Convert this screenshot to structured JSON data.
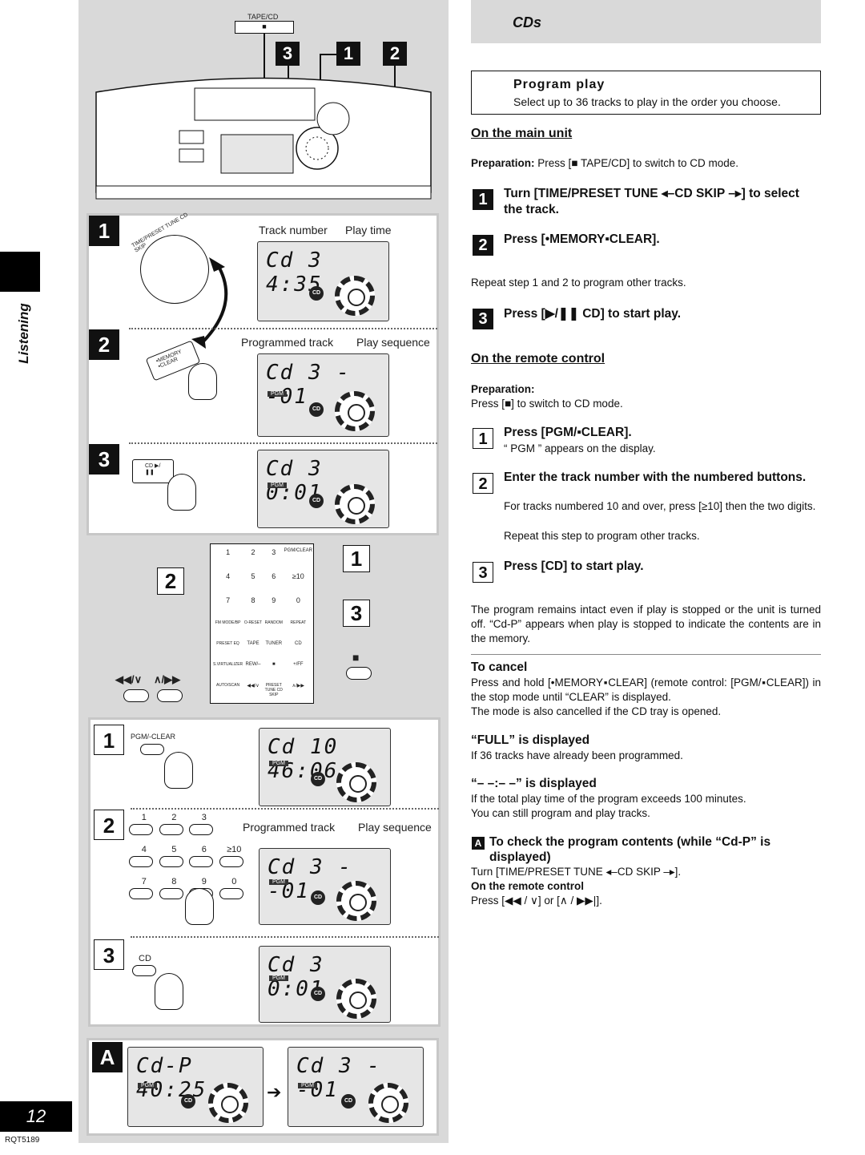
{
  "section_tab": "Listening",
  "page_number": "12",
  "doc_code": "RQT5189",
  "header": {
    "title": "CDs"
  },
  "program_play": {
    "title": "Program play",
    "subtitle": "Select up to 36 tracks to play in the order you choose."
  },
  "main_unit": {
    "heading": "On the main unit",
    "preparation_label": "Preparation:",
    "preparation_text": "Press [■ TAPE/CD] to switch to CD mode.",
    "steps": [
      {
        "num": "1",
        "text": "Turn [TIME/PRESET TUNE ◂–CD SKIP –▸] to select the track."
      },
      {
        "num": "2",
        "text": "Press [•MEMORY▪CLEAR]."
      },
      {
        "num": "3",
        "text": "Press [▶/❚❚ CD] to start play."
      }
    ],
    "repeat_note": "Repeat step 1 and 2 to program other tracks."
  },
  "remote": {
    "heading": "On the remote control",
    "preparation_label": "Preparation:",
    "preparation_text": "Press [■] to switch to CD mode.",
    "steps": [
      {
        "num": "1",
        "text": "Press [PGM/▪CLEAR].",
        "note": "“ PGM ” appears on the display."
      },
      {
        "num": "2",
        "text": "Enter the track number with the numbered buttons.",
        "note": "For tracks numbered 10 and over, press [≥10] then the two digits.",
        "note2": "Repeat this step to program other tracks."
      },
      {
        "num": "3",
        "text": "Press [CD] to start play."
      }
    ],
    "intact_note": "The program remains intact even if play is stopped or the unit is turned off. “Cd-P” appears when play is stopped to indicate the contents are in the memory."
  },
  "cancel": {
    "title": "To cancel",
    "text": "Press and hold [•MEMORY▪CLEAR] (remote control: [PGM/▪CLEAR]) in the stop mode until “CLEAR” is displayed.",
    "text2": "The mode is also cancelled if the CD tray is opened."
  },
  "full": {
    "title": "“FULL” is displayed",
    "text": "If 36 tracks have already been programmed."
  },
  "dashes": {
    "title": "“– –:– –” is displayed",
    "text": "If the total play time of the program exceeds 100 minutes.",
    "text2": "You can still program and play tracks."
  },
  "check": {
    "badge": "A",
    "title": "To check the program contents (while “Cd-P” is displayed)",
    "text": "Turn [TIME/PRESET TUNE ◂–CD SKIP –▸].",
    "remote_label": "On the remote control",
    "remote_text": "Press [◀◀ / ∨] or [∧ / ▶▶|]."
  },
  "figure": {
    "tape_cd_label": "TAPE/CD",
    "top_steps": [
      "3",
      "1",
      "2"
    ],
    "panel1": {
      "steps": [
        "1",
        "2",
        "3"
      ],
      "cap_track": "Track number",
      "cap_time": "Play time",
      "cap_prog": "Programmed track",
      "cap_seq": "Play sequence",
      "lcd1": "Cd 3  4:35",
      "lcd2": "Cd 3 --01",
      "lcd3": "Cd 3  0:01",
      "pgm": "PGM",
      "cd": "CD",
      "dial_label": "TIME/PRESET TUNE CD SKIP",
      "mem_label": "•MEMORY ▪CLEAR",
      "cd_btn_label": "CD ▶/❚❚"
    },
    "remote": {
      "callouts": [
        "1",
        "2",
        "3"
      ],
      "keys": [
        "1",
        "2",
        "3",
        "PGM/CLEAR",
        "4",
        "5",
        "6",
        "≥10",
        "7",
        "8",
        "9",
        "0"
      ],
      "row4": [
        "FM MODE/BP",
        "O-RESET",
        "RANDOM",
        "REPEAT"
      ],
      "row5": [
        "PRESET EQ",
        "TAPE",
        "TUNER",
        "CD"
      ],
      "row6": [
        "S.VIRTUALIZER",
        "REW/–",
        "■",
        "+/FF"
      ],
      "row7": [
        "AUTO/SCAN",
        "◀◀/∨",
        "PRESET TUNE CD SKIP",
        "∧/▶▶"
      ],
      "stop": "■",
      "skip_left": "◀◀/∨",
      "skip_right": "∧/▶▶"
    },
    "panel2": {
      "steps": [
        "1",
        "2",
        "3"
      ],
      "pgm_clear": "PGM/-CLEAR",
      "cap_prog": "Programmed track",
      "cap_seq": "Play sequence",
      "lcd1": "Cd 10 46:06",
      "lcd2": "Cd 3 --01",
      "lcd3": "Cd 3  0:01",
      "keys": [
        "1",
        "2",
        "3",
        "4",
        "5",
        "6",
        "≥10",
        "7",
        "8",
        "9",
        "0"
      ],
      "cd_label": "CD",
      "pgm": "PGM",
      "cd": "CD"
    },
    "panelA": {
      "badge": "A",
      "lcd1": "Cd-P 40:25",
      "lcd2": "Cd 3 --01",
      "pgm": "PGM",
      "cd": "CD"
    }
  }
}
